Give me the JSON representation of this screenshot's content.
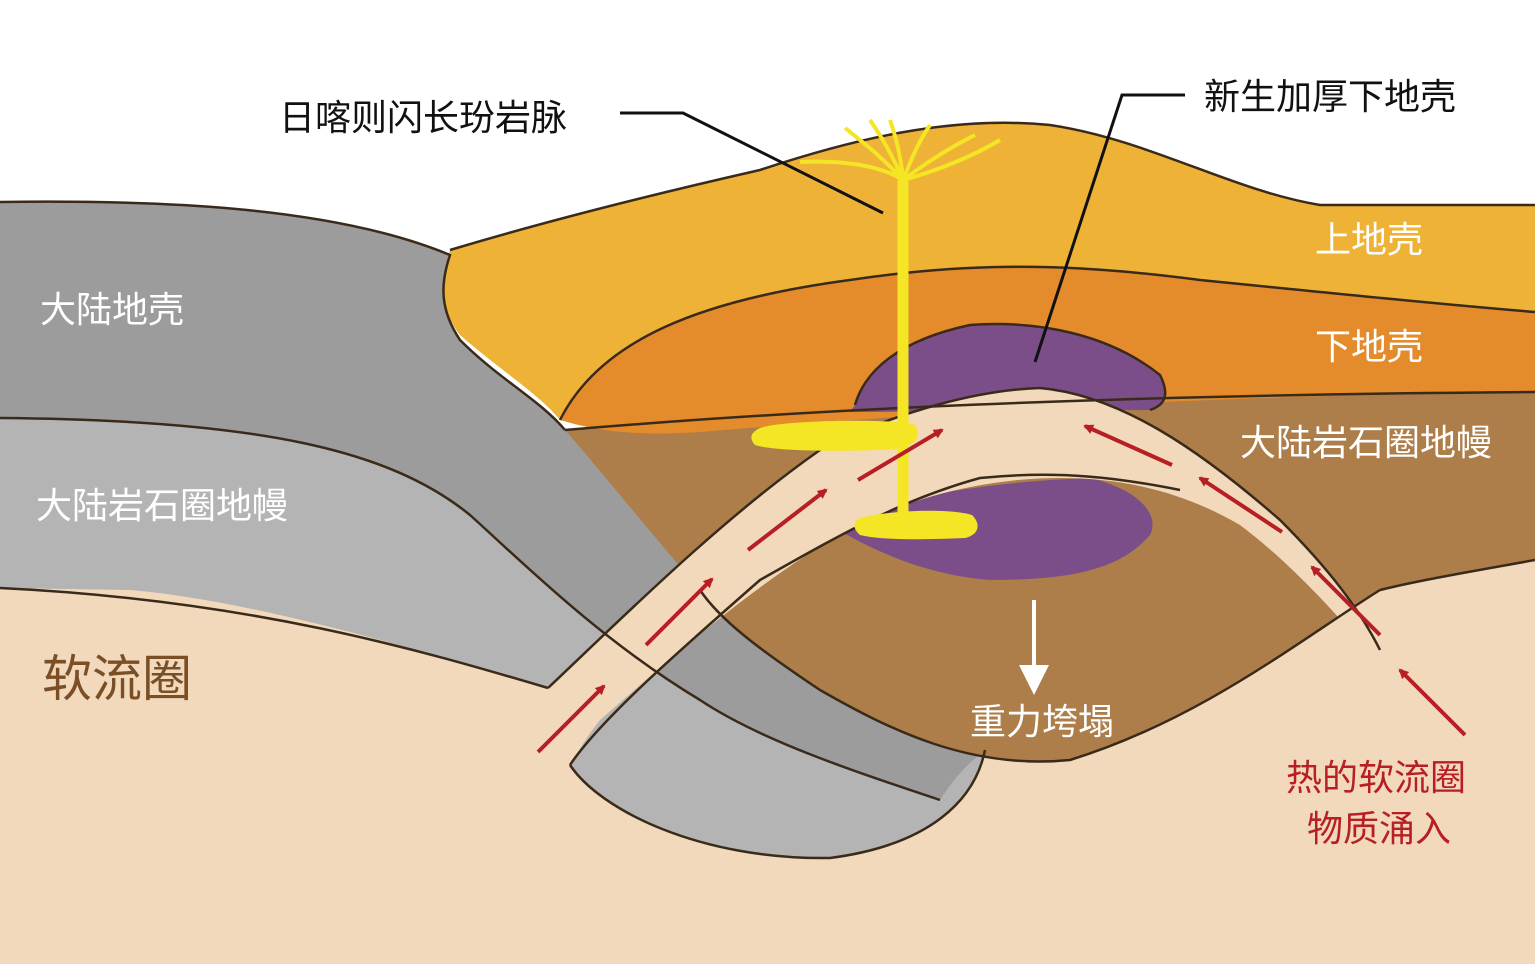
{
  "labels": {
    "dike": "日喀则闪长玢岩脉",
    "new_crust": "新生加厚下地壳",
    "upper_crust": "上地壳",
    "lower_crust": "下地壳",
    "right_mantle": "大陆岩石圈地幔",
    "left_crust": "大陆地壳",
    "left_mantle": "大陆岩石圈地幔",
    "asthenosphere": "软流圈",
    "collapse": "重力垮塌",
    "inflow_line1": "热的软流圈",
    "inflow_line2": "物质涌入"
  },
  "colors": {
    "asthenosphere": "#f2d9bc",
    "upper_crust": "#eeb237",
    "lower_crust": "#e48b2b",
    "mantle_brown": "#ad7e49",
    "purple": "#7b4e8a",
    "dark_gray": "#9c9c9c",
    "light_gray": "#b4b4b4",
    "dike_yellow": "#f4e624",
    "arrow_red": "#b71f25",
    "dark_text": "#111111",
    "white_text": "#ffffff",
    "brown_text": "#7a4f26",
    "red_text": "#b71f25"
  }
}
